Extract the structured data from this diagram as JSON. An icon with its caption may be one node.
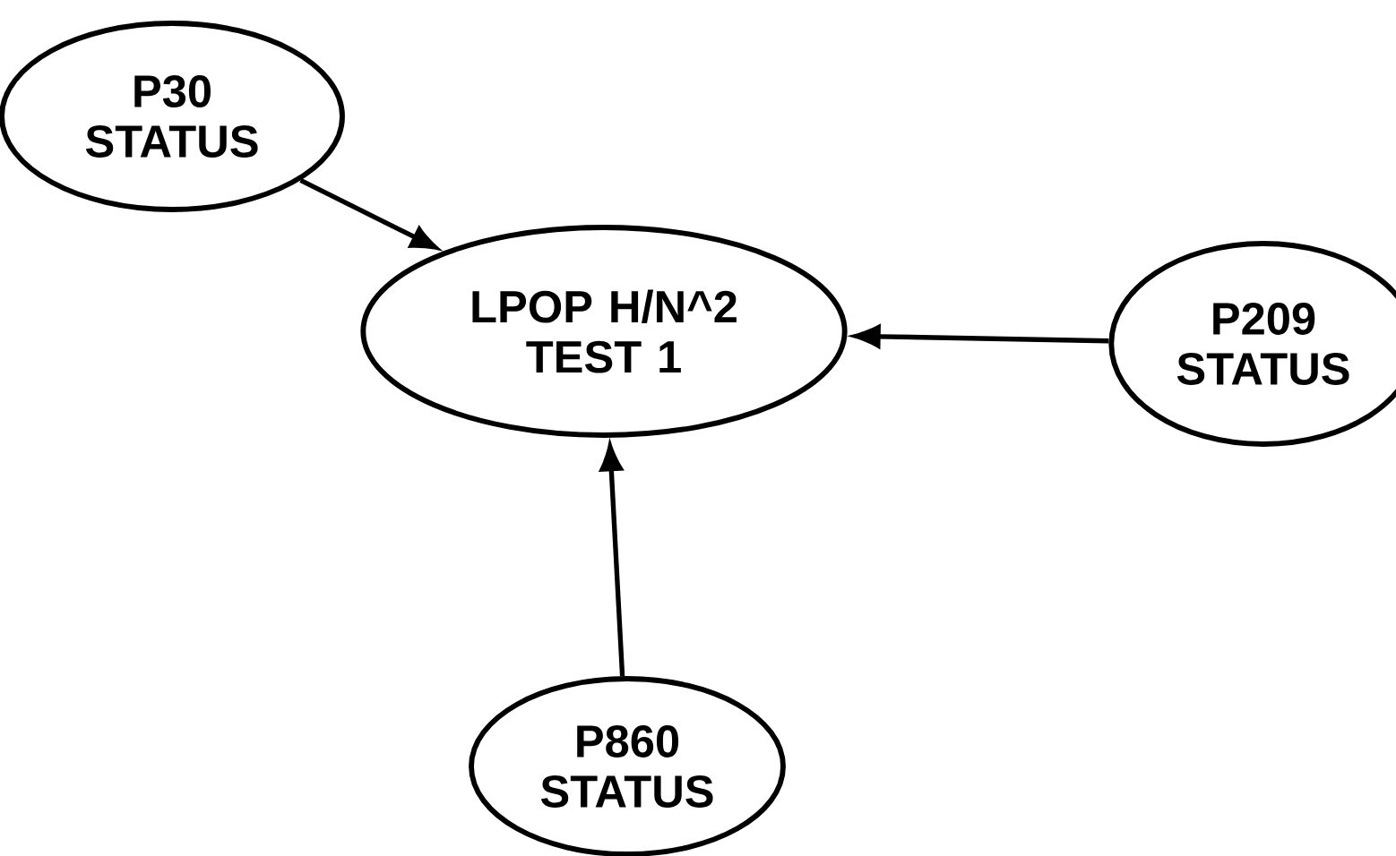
{
  "diagram": {
    "nodes": [
      {
        "text": [
          "P30 STATUS"
        ]
      },
      {
        "text": [
          "LPOP H/N^2 TEST 1"
        ]
      },
      {
        "text": [
          "P209 STATUS"
        ]
      },
      {
        "text": [
          "P860 STATUS"
        ]
      }
    ],
    "edges": [
      {
        "from": 0,
        "to": 1,
        "arrow": "to"
      },
      {
        "from": 2,
        "to": 1,
        "arrow": "to"
      },
      {
        "from": 3,
        "to": 1,
        "arrow": "to"
      }
    ]
  }
}
